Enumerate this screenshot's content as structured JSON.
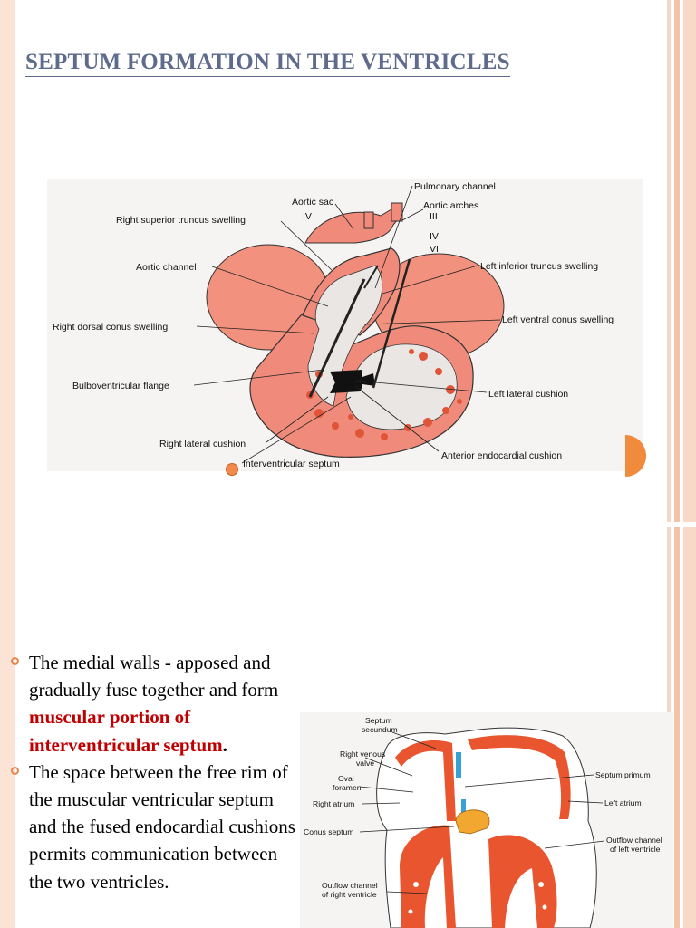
{
  "slide": {
    "title": "SEPTUM FORMATION IN THE VENTRICLES"
  },
  "figure1": {
    "labels": {
      "pulmonary_channel": "Pulmonary channel",
      "aortic_sac": "Aortic sac",
      "aortic_arches": "Aortic arches",
      "arch_iii": "III",
      "arch_iv": "IV",
      "arch_vi": "VI",
      "right_sup_iv": "IV",
      "right_superior_truncus_swelling": "Right superior truncus swelling",
      "aortic_channel": "Aortic channel",
      "left_inferior_truncus_swelling": "Left inferior truncus swelling",
      "right_dorsal_conus_swelling": "Right dorsal conus swelling",
      "left_ventral_conus_swelling": "Left ventral conus swelling",
      "bulboventricular_flange": "Bulboventricular flange",
      "left_lateral_cushion": "Left lateral cushion",
      "right_lateral_cushion": "Right lateral cushion",
      "anterior_endocardial_cushion": "Anterior endocardial cushion",
      "interventricular_septum": "Interventricular septum"
    }
  },
  "figure2": {
    "labels": {
      "septum_secundum_1": "Septum",
      "septum_secundum_2": "secundum",
      "right_venous_valve_1": "Right venous",
      "right_venous_valve_2": "valve",
      "oval_foramen_1": "Oval",
      "oval_foramen_2": "foramen",
      "right_atrium": "Right atrium",
      "conus_septum": "Conus septum",
      "outflow_right_1": "Outflow channel",
      "outflow_right_2": "of right ventricle",
      "septum_primum": "Septum primum",
      "left_atrium": "Left atrium",
      "outflow_left_1": "Outflow channel",
      "outflow_left_2": "of left ventricle"
    }
  },
  "bullets": [
    {
      "text_before": "The medial walls -  apposed and gradually fuse together and form ",
      "highlight": "muscular portion of interventricular septum",
      "text_after": "."
    },
    {
      "text": "The space between the free rim of the muscular ventricular septum and the fused endocardial cushions permits communication between the two ventricles."
    }
  ],
  "colors": {
    "accent": "#f08a3c",
    "title": "#5e6b8c",
    "highlight": "#c00000",
    "tissue_pink": "#f08a7a",
    "tissue_dark": "#e45a3c"
  }
}
